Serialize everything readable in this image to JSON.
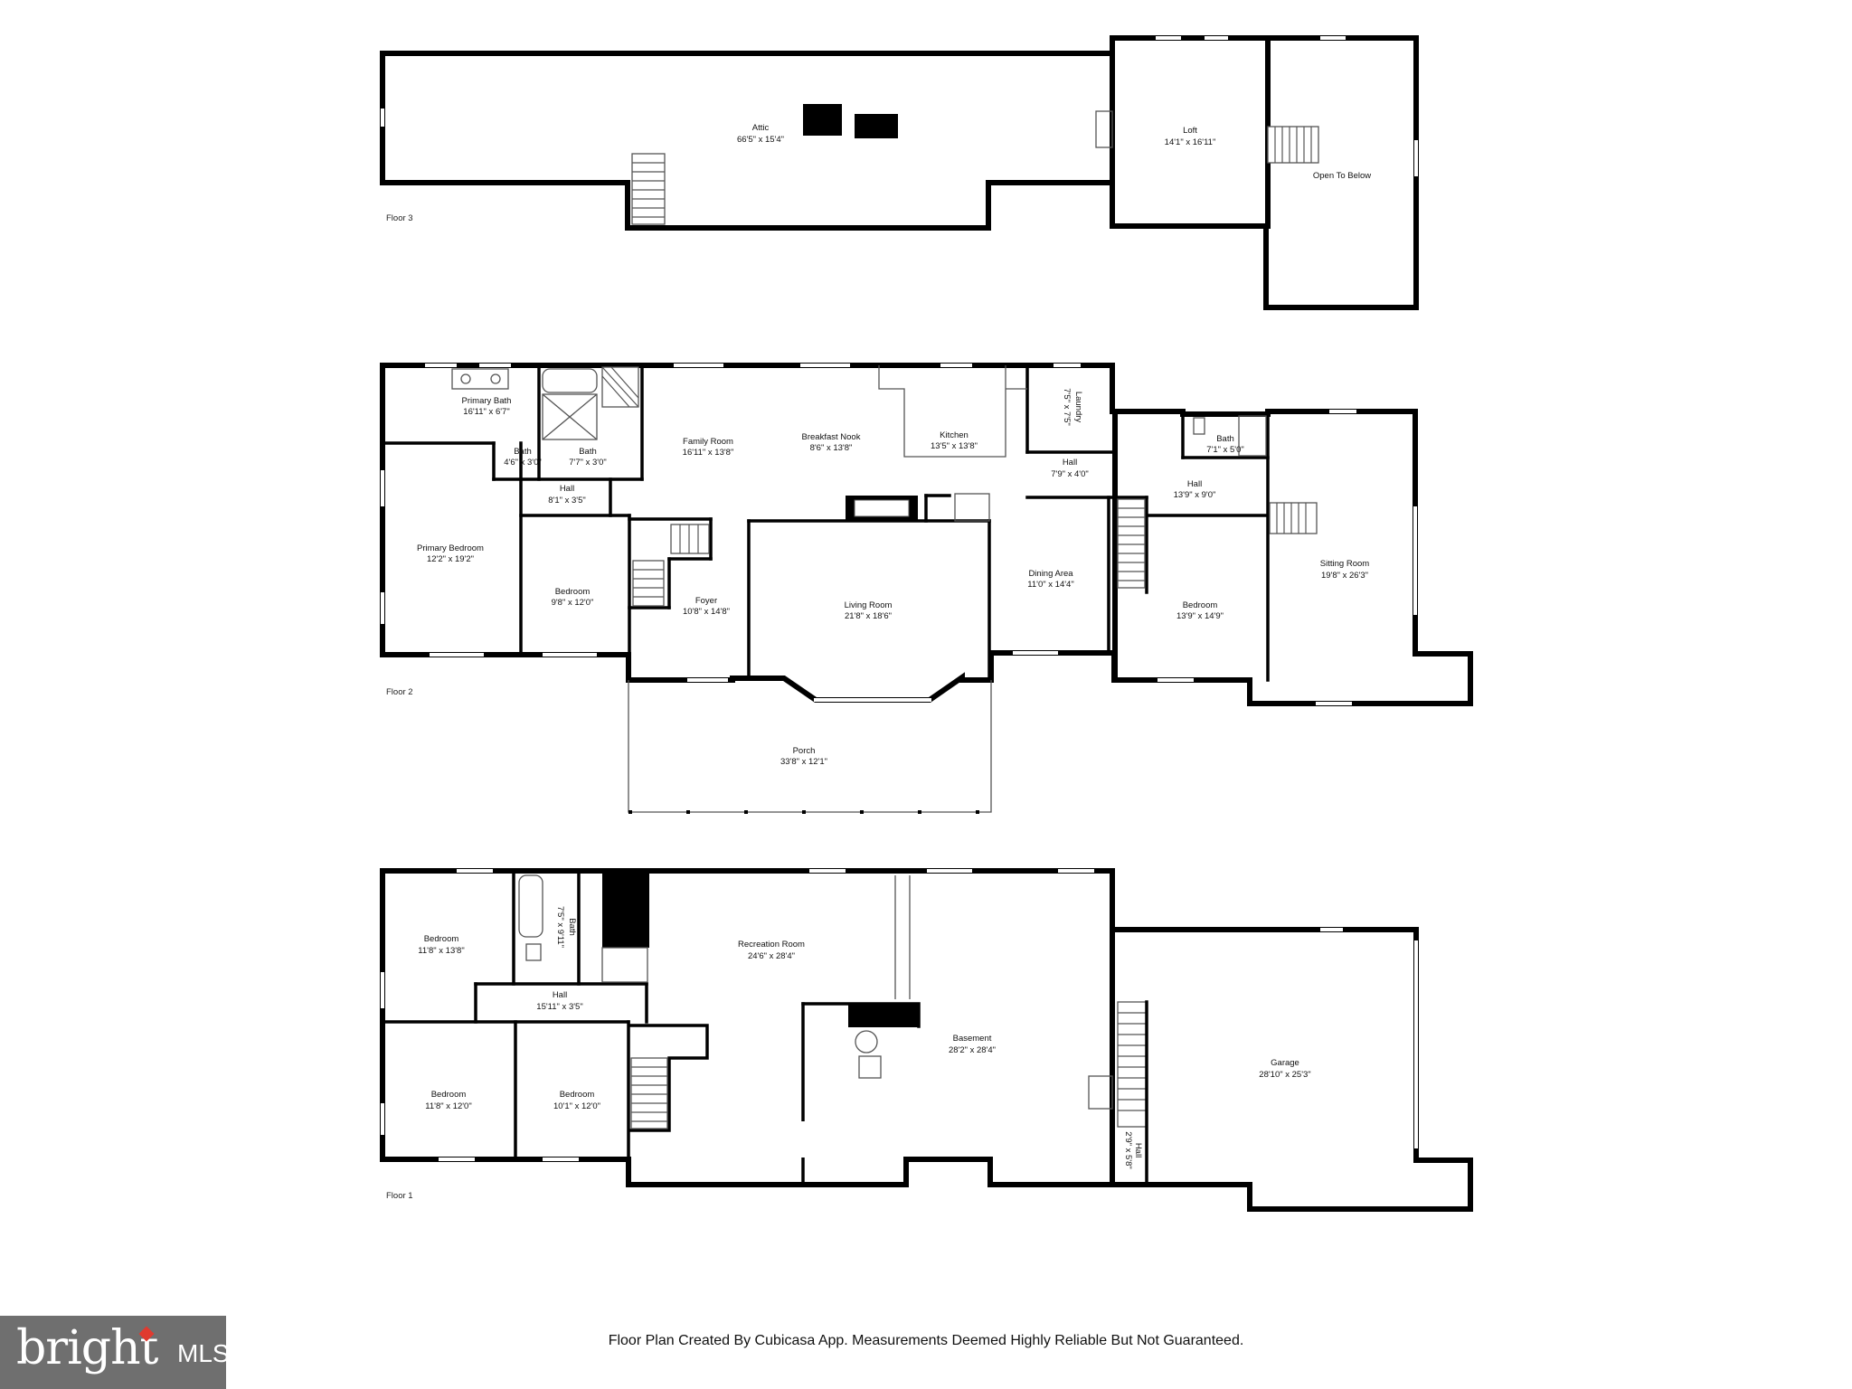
{
  "floors": [
    {
      "label": "Floor 3"
    },
    {
      "label": "Floor 2"
    },
    {
      "label": "Floor 1"
    }
  ],
  "rooms": {
    "attic": {
      "name": "Attic",
      "dim": "66'5\" x 15'4\""
    },
    "loft": {
      "name": "Loft",
      "dim": "14'1\" x 16'11\""
    },
    "open_to_below": {
      "name": "Open To Below"
    },
    "primary_bath": {
      "name": "Primary Bath",
      "dim": "16'11\" x 6'7\""
    },
    "bath_a": {
      "name": "Bath",
      "dim": "4'6\" x 3'0\""
    },
    "bath_b": {
      "name": "Bath",
      "dim": "7'7\" x 3'0\""
    },
    "hall_f2_a": {
      "name": "Hall",
      "dim": "8'1\" x 3'5\""
    },
    "family_room": {
      "name": "Family Room",
      "dim": "16'11\" x 13'8\""
    },
    "breakfast_nook": {
      "name": "Breakfast Nook",
      "dim": "8'6\" x 13'8\""
    },
    "kitchen": {
      "name": "Kitchen",
      "dim": "13'5\" x 13'8\""
    },
    "laundry": {
      "name": "Laundry",
      "dim": "7'5\" x 7'5\""
    },
    "hall_f2_b": {
      "name": "Hall",
      "dim": "7'9\" x 4'0\""
    },
    "bath_f2_right": {
      "name": "Bath",
      "dim": "7'1\" x 5'0\""
    },
    "hall_f2_c": {
      "name": "Hall",
      "dim": "13'9\" x 9'0\""
    },
    "primary_bedroom": {
      "name": "Primary Bedroom",
      "dim": "12'2\" x 19'2\""
    },
    "bedroom_f2_a": {
      "name": "Bedroom",
      "dim": "9'8\" x 12'0\""
    },
    "foyer": {
      "name": "Foyer",
      "dim": "10'8\" x 14'8\""
    },
    "living_room": {
      "name": "Living Room",
      "dim": "21'8\" x 18'6\""
    },
    "dining_area": {
      "name": "Dining Area",
      "dim": "11'0\" x 14'4\""
    },
    "bedroom_f2_b": {
      "name": "Bedroom",
      "dim": "13'9\" x 14'9\""
    },
    "sitting_room": {
      "name": "Sitting Room",
      "dim": "19'8\" x 26'3\""
    },
    "porch": {
      "name": "Porch",
      "dim": "33'8\" x 12'1\""
    },
    "bedroom_f1_a": {
      "name": "Bedroom",
      "dim": "11'8\" x 13'8\""
    },
    "bath_f1": {
      "name": "Bath",
      "dim": "7'5\" x 9'11\""
    },
    "hall_f1_a": {
      "name": "Hall",
      "dim": "15'11\" x 3'5\""
    },
    "recreation_room": {
      "name": "Recreation Room",
      "dim": "24'6\" x 28'4\""
    },
    "basement": {
      "name": "Basement",
      "dim": "28'2\" x 28'4\""
    },
    "garage": {
      "name": "Garage",
      "dim": "28'10\" x 25'3\""
    },
    "bedroom_f1_b": {
      "name": "Bedroom",
      "dim": "11'8\" x 12'0\""
    },
    "bedroom_f1_c": {
      "name": "Bedroom",
      "dim": "10'1\" x 12'0\""
    },
    "hall_f1_b": {
      "name": "Hall",
      "dim": "2'9\" x 5'8\""
    }
  },
  "disclaimer": "Floor Plan Created By Cubicasa App. Measurements Deemed Highly Reliable But Not Guaranteed.",
  "logo": {
    "brand": "bright",
    "suffix": "MLS",
    "bg_color": "#6f6f6f",
    "accent_color": "#e03a2f"
  }
}
